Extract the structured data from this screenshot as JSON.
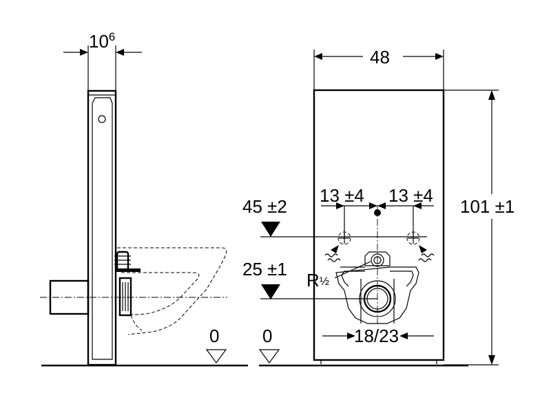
{
  "dimensions": {
    "side_depth_main": "10",
    "side_depth_sup": "6",
    "front_width": "48",
    "height": "101 ±1",
    "spacing_left": "13 ±4",
    "spacing_right": "13 ±4",
    "supply_height": "45 ±2",
    "flush_height": "25 ±1",
    "thread": "R",
    "thread_frac": "½",
    "drain": "18/23",
    "floor_left": "0",
    "floor_right": "0"
  },
  "colors": {
    "line": "#000000",
    "background": "#ffffff"
  }
}
